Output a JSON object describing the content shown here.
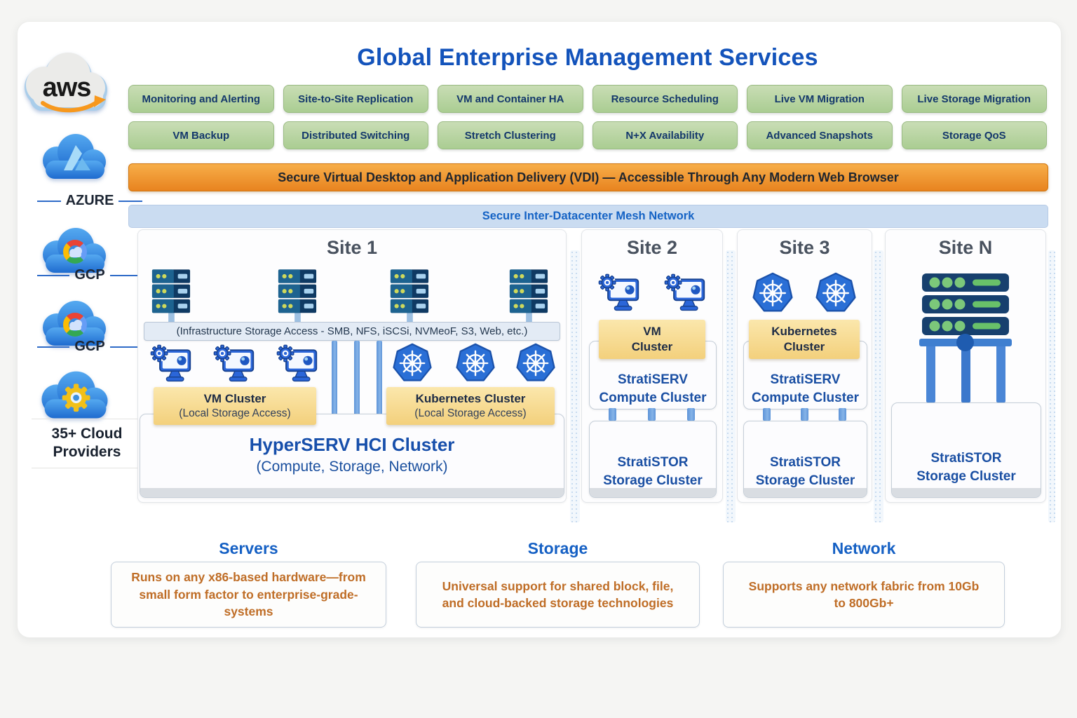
{
  "title": "Global Enterprise Management Services",
  "colors": {
    "accent_blue": "#1353bb",
    "button_green": "#b9d5a3",
    "banner_orange": "#f09a33",
    "mesh_blue": "#cadcf1",
    "label_yellow": "#f8dd96",
    "cluster_text_blue": "#1a4fa3",
    "footer_text_orange": "#bf6d26"
  },
  "sidebar": {
    "aws_label": "aws",
    "items": [
      {
        "label": "AZURE"
      },
      {
        "label": "GCP"
      },
      {
        "label": "GCP"
      },
      {
        "label": "35+ Cloud Providers"
      }
    ]
  },
  "services": {
    "row1": [
      "Monitoring and Alerting",
      "Site-to-Site Replication",
      "VM and Container HA",
      "Resource Scheduling",
      "Live VM Migration",
      "Live Storage Migration"
    ],
    "row2": [
      "VM Backup",
      "Distributed Switching",
      "Stretch Clustering",
      "N+X Availability",
      "Advanced Snapshots",
      "Storage QoS"
    ]
  },
  "banners": {
    "vdi": "Secure Virtual Desktop and Application Delivery (VDI) — Accessible Through Any Modern Web Browser",
    "mesh": "Secure Inter-Datacenter Mesh Network"
  },
  "sites": {
    "site1": {
      "title": "Site 1",
      "storage_access": "(Infrastructure Storage Access - SMB, NFS, iSCSi, NVMeoF, S3, Web, etc.)",
      "vm_label": {
        "line1": "VM Cluster",
        "line2": "(Local Storage Access)"
      },
      "k8s_label": {
        "line1": "Kubernetes Cluster",
        "line2": "(Local Storage Access)"
      },
      "hci": {
        "line1": "HyperSERV HCI Cluster",
        "line2": "(Compute, Storage, Network)"
      }
    },
    "site2": {
      "title": "Site 2",
      "cluster_label": {
        "line1": "VM",
        "line2": "Cluster"
      },
      "compute": {
        "line1": "StratiSERV",
        "line2": "Compute Cluster"
      },
      "storage": {
        "line1": "StratiSTOR",
        "line2": "Storage Cluster"
      }
    },
    "site3": {
      "title": "Site 3",
      "cluster_label": {
        "line1": "Kubernetes",
        "line2": "Cluster"
      },
      "compute": {
        "line1": "StratiSERV",
        "line2": "Compute Cluster"
      },
      "storage": {
        "line1": "StratiSTOR",
        "line2": "Storage Cluster"
      }
    },
    "siteN": {
      "title": "Site N",
      "storage": {
        "line1": "StratiSTOR",
        "line2": "Storage Cluster"
      }
    }
  },
  "footer": {
    "columns": [
      {
        "heading": "Servers",
        "text": "Runs on any x86-based hardware—from small form factor to enterprise-grade-systems"
      },
      {
        "heading": "Storage",
        "text": "Universal support for shared block, file, and cloud-backed storage technologies"
      },
      {
        "heading": "Network",
        "text": "Supports any network fabric from 10Gb to 800Gb+"
      }
    ]
  }
}
